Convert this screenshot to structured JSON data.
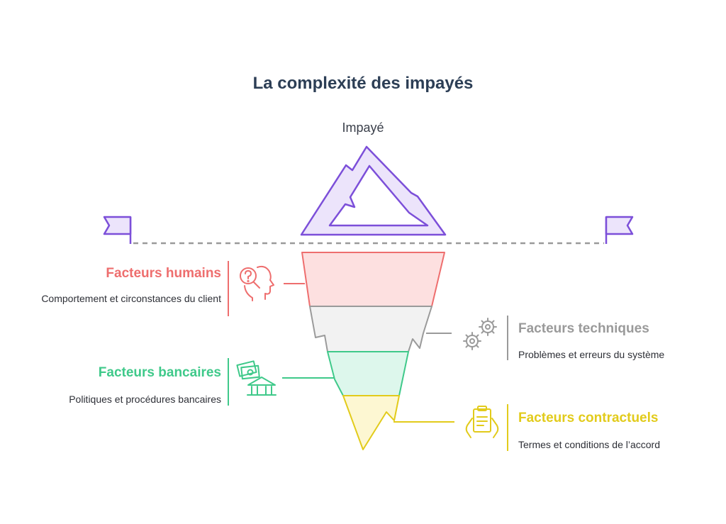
{
  "title": "La complexité des impayés",
  "tip_label": "Impayé",
  "factors": [
    {
      "key": "humains",
      "heading": "Facteurs humains",
      "description": "Comportement et circonstances du client",
      "color": "#ee6e6e",
      "fill": "#fde0e0",
      "icon": "thinking-head-icon",
      "side": "left"
    },
    {
      "key": "techniques",
      "heading": "Facteurs techniques",
      "description": "Problèmes et erreurs du système",
      "color": "#9a9a9a",
      "fill": "#f2f2f2",
      "icon": "gears-icon",
      "side": "right"
    },
    {
      "key": "bancaires",
      "heading": "Facteurs bancaires",
      "description": "Politiques et procédures bancaires",
      "color": "#3fc98a",
      "fill": "#ddf7ec",
      "icon": "bank-money-icon",
      "side": "left"
    },
    {
      "key": "contractuels",
      "heading": "Facteurs contractuels",
      "description": "Termes et conditions de l’accord",
      "color": "#e2cb1b",
      "fill": "#fdf7d2",
      "icon": "contract-hands-icon",
      "side": "right"
    }
  ],
  "colors": {
    "iceberg_stroke": "#7c4fd9",
    "iceberg_fill": "#ece4fb",
    "waterline": "#9a9a9a",
    "title": "#2c3e55"
  }
}
